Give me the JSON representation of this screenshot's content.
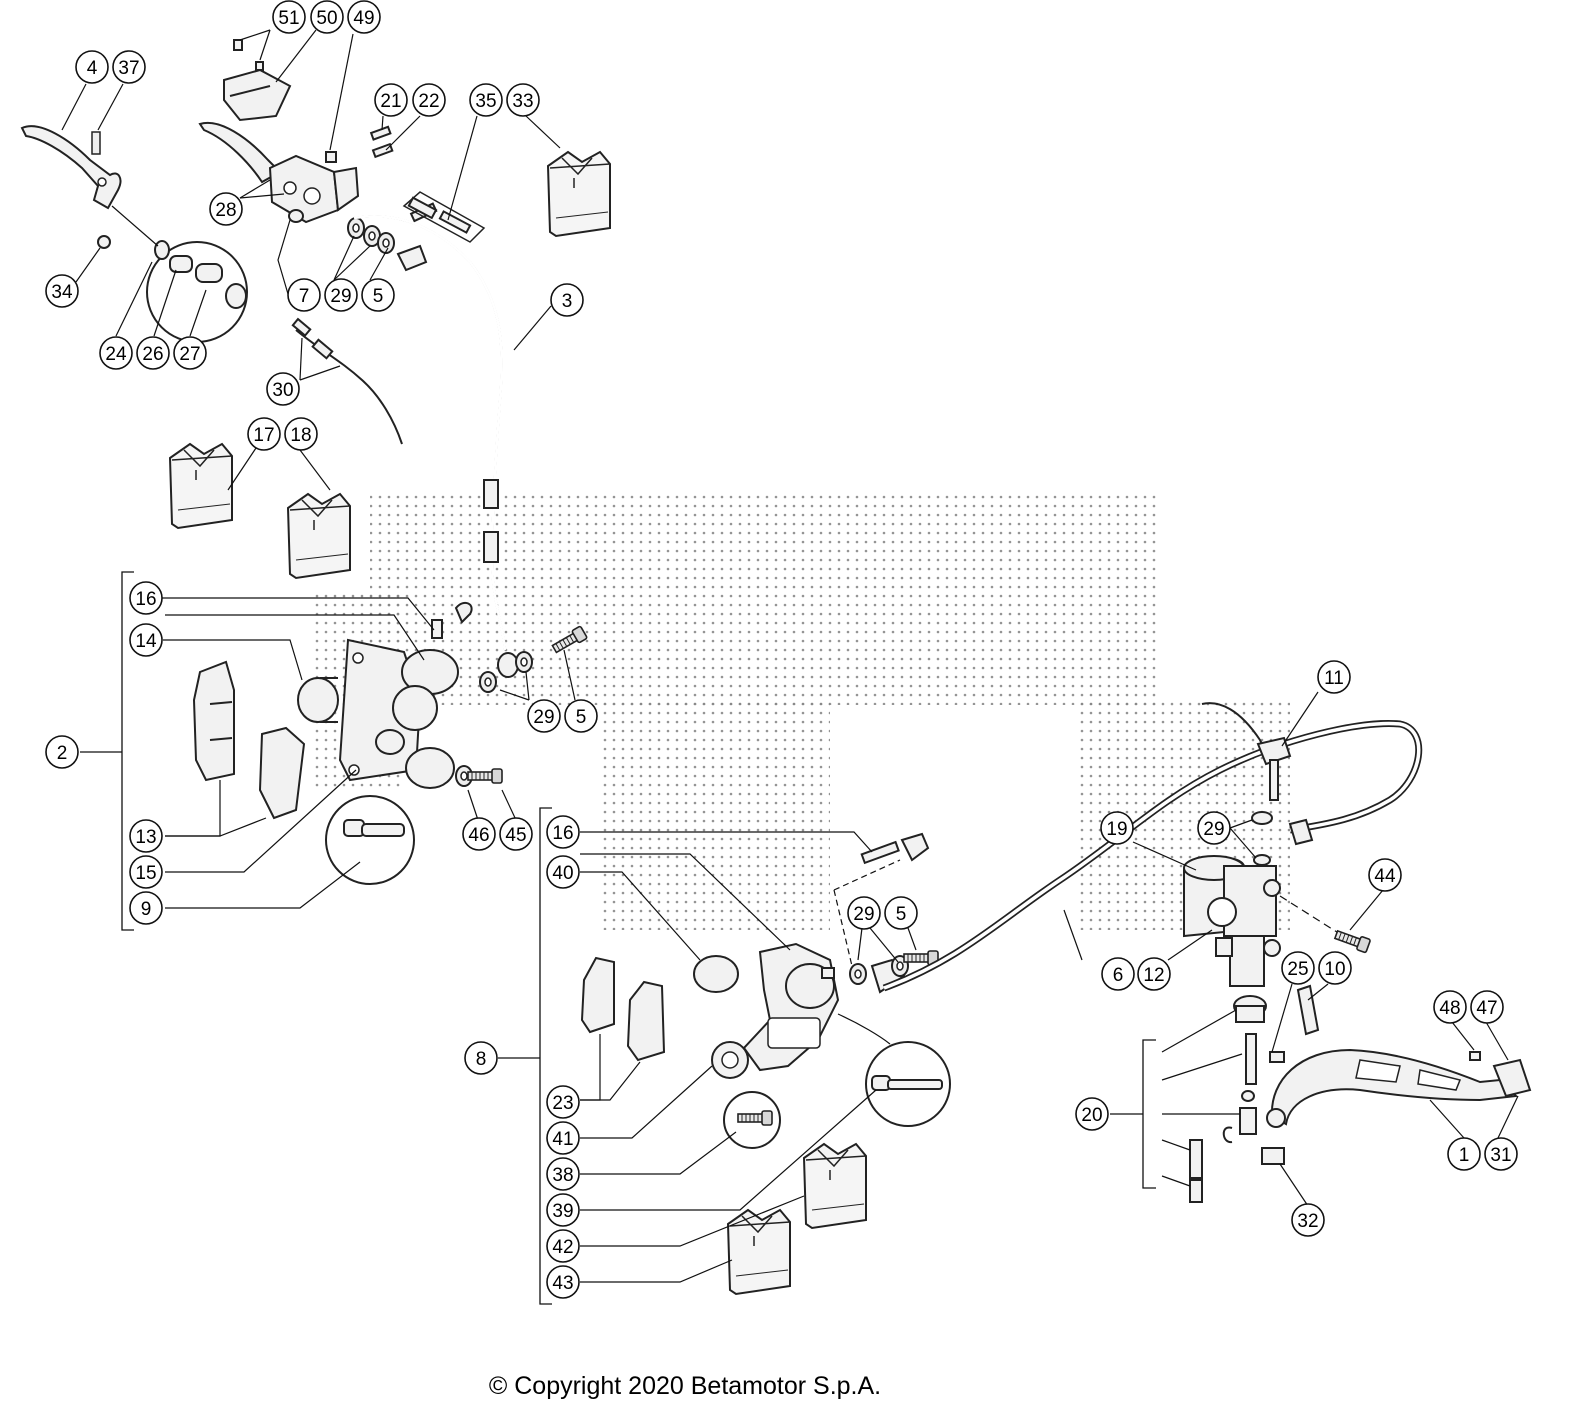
{
  "copyright": "© Copyright 2020 Betamotor S.p.A.",
  "callouts": {
    "c51": "51",
    "c50": "50",
    "c49": "49",
    "c4": "4",
    "c37": "37",
    "c21": "21",
    "c22": "22",
    "c35": "35",
    "c33": "33",
    "c28": "28",
    "c34": "34",
    "c7": "7",
    "c29a": "29",
    "c5a": "5",
    "c3": "3",
    "c24": "24",
    "c26": "26",
    "c27": "27",
    "c30": "30",
    "c17": "17",
    "c18": "18",
    "c16a": "16",
    "c14": "14",
    "c2": "2",
    "c29b": "29",
    "c5b": "5",
    "c13": "13",
    "c46": "46",
    "c45": "45",
    "c15": "15",
    "c9": "9",
    "c11": "11",
    "c19": "19",
    "c29c": "29",
    "c16b": "16",
    "c40": "40",
    "c29d": "29",
    "c5c": "5",
    "c44": "44",
    "c6": "6",
    "c12": "12",
    "c25": "25",
    "c10": "10",
    "c48": "48",
    "c47": "47",
    "c8": "8",
    "c20": "20",
    "c23": "23",
    "c1": "1",
    "c31": "31",
    "c41": "41",
    "c32": "32",
    "c38": "38",
    "c39": "39",
    "c42": "42",
    "c43": "43"
  }
}
